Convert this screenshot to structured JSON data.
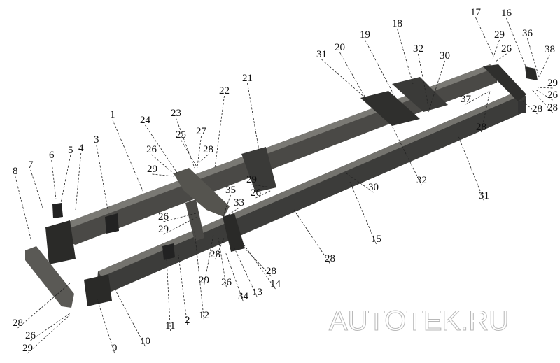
{
  "diagram": {
    "title": "Frame assembly exploded view",
    "watermark": "AUTOTEK.RU",
    "colors": {
      "metal": "#3c3c3a",
      "metal_light": "#6b6a66",
      "leader": "#222222"
    },
    "callouts": [
      "1",
      "2",
      "3",
      "4",
      "5",
      "6",
      "7",
      "8",
      "9",
      "10",
      "11",
      "12",
      "13",
      "14",
      "15",
      "16",
      "17",
      "18",
      "19",
      "20",
      "21",
      "22",
      "23",
      "24",
      "25",
      "26",
      "27",
      "28",
      "29",
      "26",
      "29",
      "26",
      "29",
      "26",
      "29",
      "28",
      "28",
      "28",
      "28",
      "28",
      "29",
      "26",
      "28",
      "29",
      "26",
      "30",
      "30",
      "31",
      "31",
      "32",
      "32",
      "33",
      "34",
      "35",
      "36",
      "37",
      "38",
      "26",
      "29",
      "28"
    ]
  }
}
